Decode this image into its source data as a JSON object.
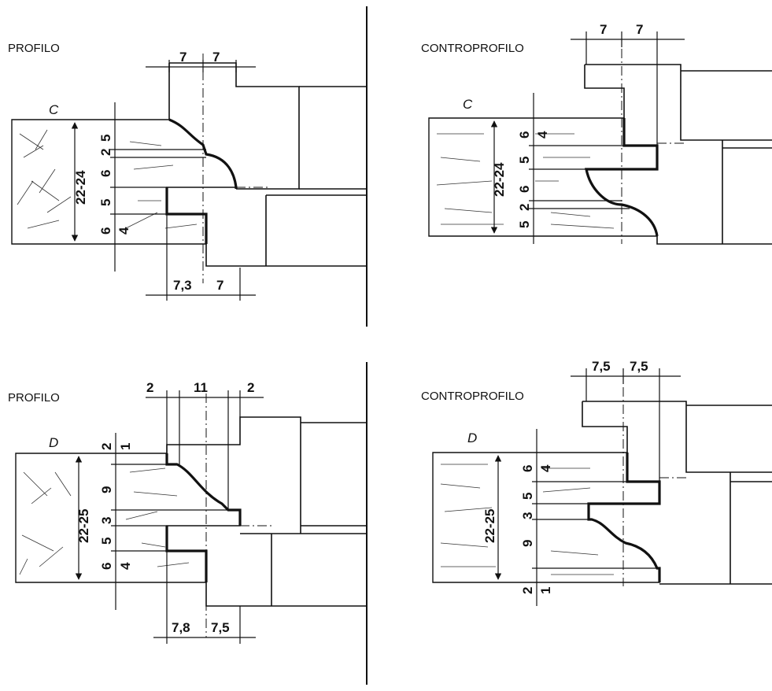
{
  "panels": [
    {
      "title": "PROFILO",
      "letter": "C",
      "top_dims": [
        "7",
        "7"
      ],
      "bottom_dims": [
        "7,3",
        "7"
      ],
      "thickness": "22-24",
      "stack": [
        "5",
        "2",
        "6",
        "5",
        "6"
      ],
      "side": [
        "4"
      ]
    },
    {
      "title": "CONTROPROFILO",
      "letter": "C",
      "top_dims": [
        "7",
        "7"
      ],
      "thickness": "22-24",
      "stack": [
        "6",
        "5",
        "6",
        "2",
        "5"
      ],
      "side": [
        "4"
      ]
    },
    {
      "title": "PROFILO",
      "letter": "D",
      "top_dims": [
        "2",
        "11",
        "2"
      ],
      "bottom_dims": [
        "7,8",
        "7,5"
      ],
      "thickness": "22-25",
      "stack": [
        "2",
        "9",
        "3",
        "5",
        "6"
      ],
      "side": [
        "1",
        "4"
      ]
    },
    {
      "title": "CONTROPROFILO",
      "letter": "D",
      "top_dims": [
        "7,5",
        "7,5"
      ],
      "thickness": "22-25",
      "stack": [
        "6",
        "5",
        "3",
        "9",
        "2"
      ],
      "side": [
        "4",
        "1"
      ]
    }
  ]
}
